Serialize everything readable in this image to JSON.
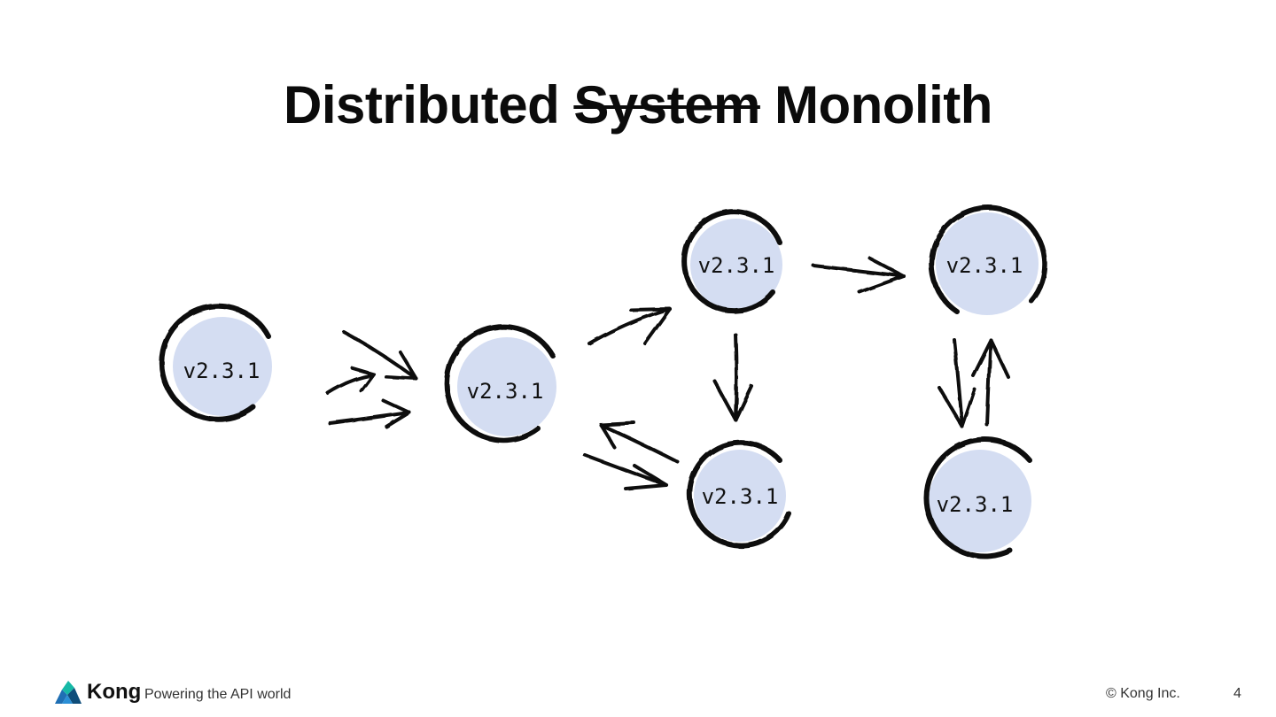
{
  "slide": {
    "title_before": "Distributed",
    "title_struck": "System",
    "title_after": "Monolith",
    "page_number": "4"
  },
  "diagram": {
    "nodes": [
      {
        "id": "n1",
        "label": "v2.3.1"
      },
      {
        "id": "n2",
        "label": "v2.3.1"
      },
      {
        "id": "n3",
        "label": "v2.3.1"
      },
      {
        "id": "n4",
        "label": "v2.3.1"
      },
      {
        "id": "n5",
        "label": "v2.3.1"
      },
      {
        "id": "n6",
        "label": "v2.3.1"
      }
    ],
    "edges": [
      {
        "from": "input",
        "to": "n2",
        "count": 3
      },
      {
        "from": "n2",
        "to": "n3"
      },
      {
        "from": "n2",
        "to": "n5"
      },
      {
        "from": "n5",
        "to": "n2"
      },
      {
        "from": "n3",
        "to": "n4"
      },
      {
        "from": "n3",
        "to": "n5"
      },
      {
        "from": "n4",
        "to": "n6"
      },
      {
        "from": "n6",
        "to": "n4"
      }
    ],
    "node_fill": "#d4ddf2",
    "stroke_color": "#111111"
  },
  "footer": {
    "brand": "Kong",
    "tagline": "Powering the API world",
    "copyright": "©  Kong Inc.",
    "logo_icon": "kong-logo-icon"
  }
}
